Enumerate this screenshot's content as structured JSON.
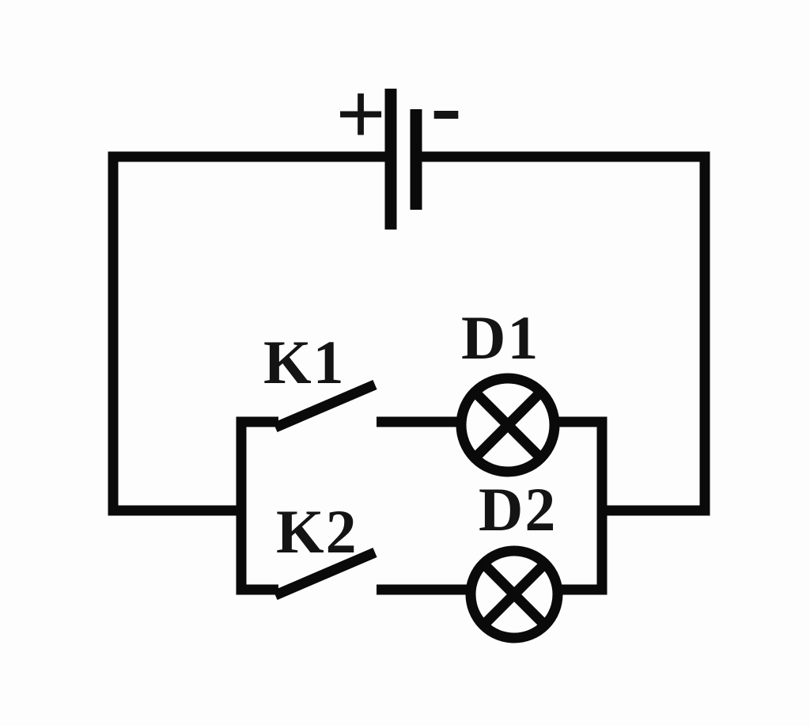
{
  "diagram": {
    "type": "circuit",
    "background_color": "#fdfdfd",
    "line_color": "#0a0a0a",
    "label_color": "#141414",
    "battery": {
      "plus_label": "+",
      "minus_label": "-"
    },
    "switches": [
      {
        "label": "K1",
        "state": "open"
      },
      {
        "label": "K2",
        "state": "open"
      }
    ],
    "lamps": [
      {
        "label": "D1"
      },
      {
        "label": "D2"
      }
    ]
  }
}
